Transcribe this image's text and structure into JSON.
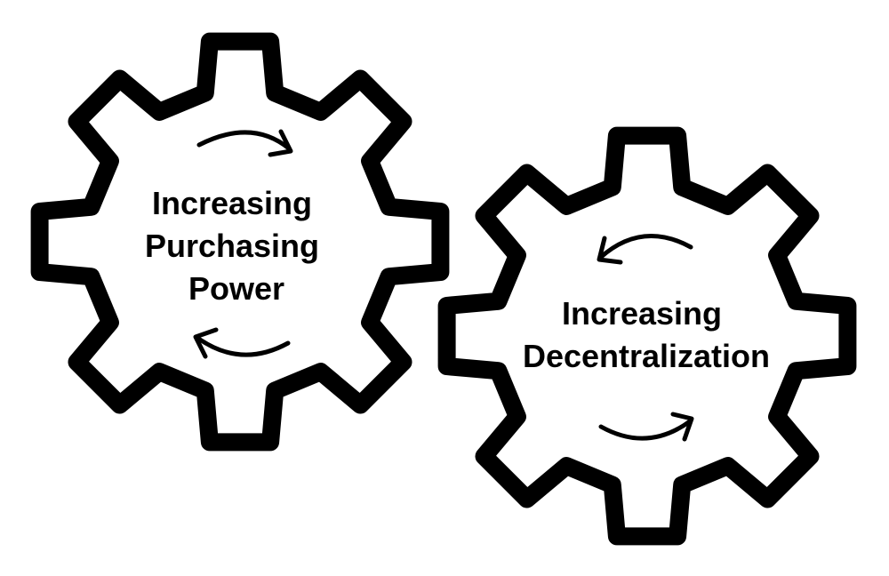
{
  "diagram": {
    "gears": [
      {
        "id": "purchasing-power",
        "lines": [
          "Increasing",
          "Purchasing",
          "Power"
        ]
      },
      {
        "id": "decentralization",
        "lines": [
          "Increasing",
          "Decentralization"
        ]
      }
    ]
  }
}
